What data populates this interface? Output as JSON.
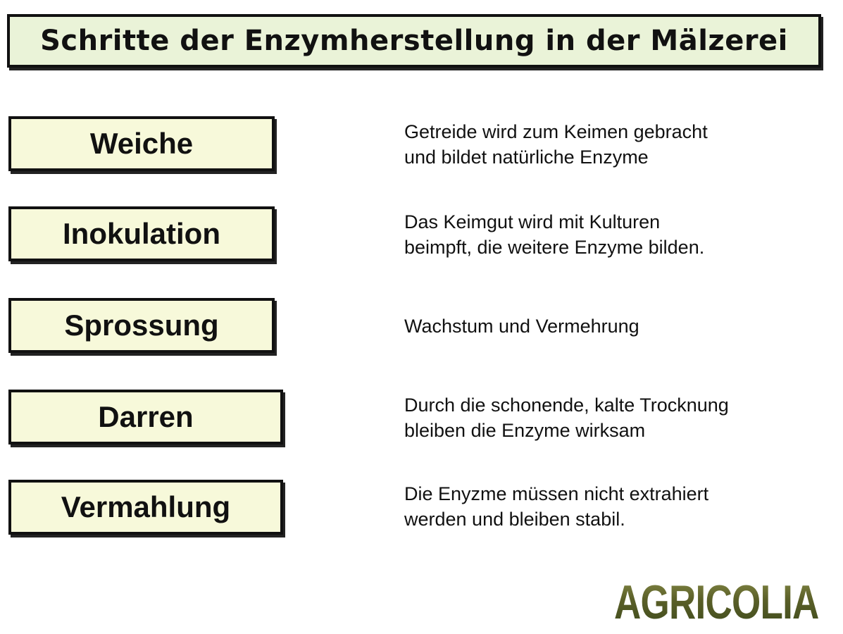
{
  "title": "Schritte der Enzymherstellung in der Mälzerei",
  "steps": [
    {
      "label": "Weiche",
      "description": [
        "Getreide wird zum Keimen gebracht",
        "und bildet natürliche Enzyme"
      ]
    },
    {
      "label": "Inokulation",
      "description": [
        "Das Keimgut wird mit Kulturen",
        "beimpft, die weitere Enzyme bilden."
      ]
    },
    {
      "label": "Sprossung",
      "description": [
        "Wachstum und Vermehrung"
      ]
    },
    {
      "label": "Darren",
      "description": [
        "Durch die schonende, kalte Trocknung",
        "bleiben die Enzyme wirksam"
      ]
    },
    {
      "label": "Vermahlung",
      "description": [
        "Die Enyzme müssen nicht extrahiert",
        "werden und bleiben stabil."
      ]
    }
  ],
  "logo": {
    "text": "AGRICOLIA"
  },
  "colors": {
    "title_box_bg": "#eaf3d8",
    "step_box_bg": "#f7f9da",
    "border": "#111111",
    "logo": "#5a5f28"
  }
}
